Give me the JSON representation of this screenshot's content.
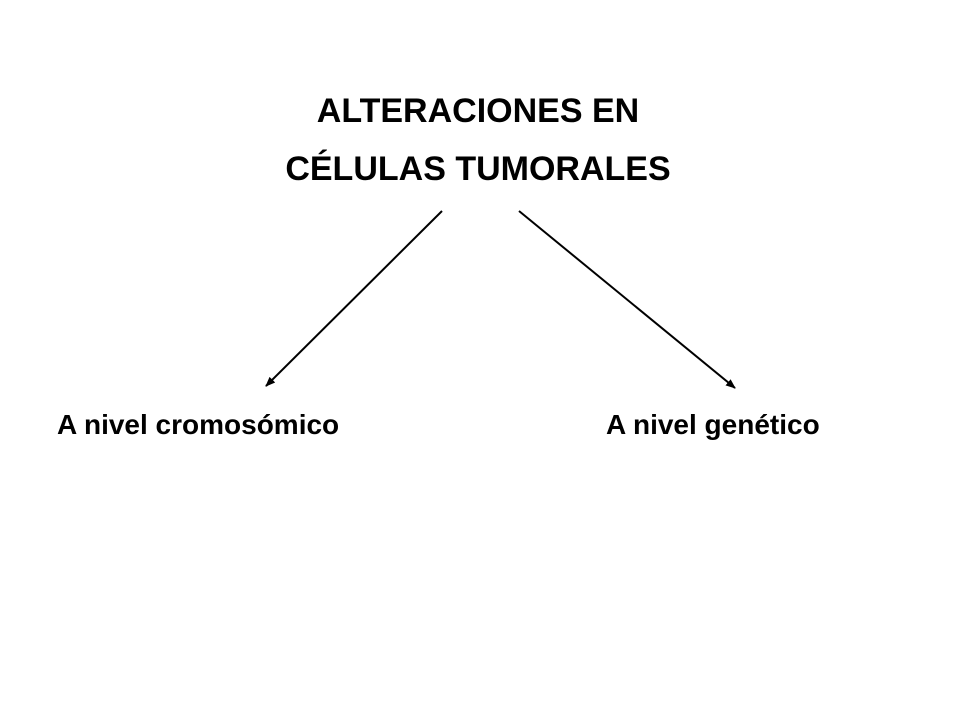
{
  "diagram": {
    "root": {
      "line1": "ALTERACIONES EN",
      "line2": "CÉLULAS TUMORALES"
    },
    "branches": [
      {
        "label": "A nivel cromosómico"
      },
      {
        "label": "A nivel genético"
      }
    ],
    "colors": {
      "background": "#ffffff",
      "ink": "#000000"
    }
  }
}
